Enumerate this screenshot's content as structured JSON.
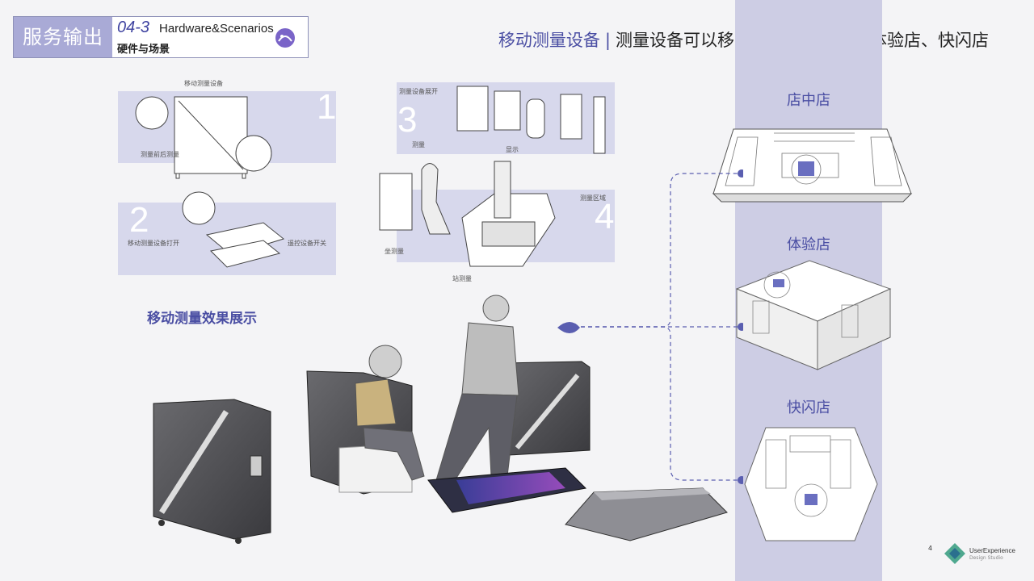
{
  "header": {
    "tag": "服务输出",
    "section_number": "04-3",
    "section_en": "Hardware&Scenarios",
    "section_cn": "硬件与场景"
  },
  "title": {
    "highlight": "移动测量设备",
    "separator": "|",
    "rest": "测量设备可以移动以适应店中店、体验店、快闪店"
  },
  "panels": [
    {
      "number": "1",
      "caption_top": "移动测量设备",
      "caption_bottom": "测量前后测量"
    },
    {
      "number": "2",
      "caption_left": "移动测量设备打开",
      "caption_right": "遥控设备开关"
    },
    {
      "number": "3",
      "caption_top": "测量设备展开",
      "caption_left": "测量",
      "caption_mid": "显示"
    },
    {
      "number": "4",
      "caption_top": "测量区域",
      "caption_left": "坐测量",
      "caption_bottom": "站测量"
    }
  ],
  "effect_title": "移动测量效果展示",
  "scenes": [
    {
      "label": "店中店"
    },
    {
      "label": "体验店"
    },
    {
      "label": "快闪店"
    }
  ],
  "footer": {
    "page_number": "4",
    "logo_text": "UserExperience",
    "logo_sub": "Design Studio"
  },
  "colors": {
    "accent": "#4a4ea3",
    "panel": "#d7d8ec",
    "column": "#cdcde4",
    "tag": "#a9aad6"
  }
}
